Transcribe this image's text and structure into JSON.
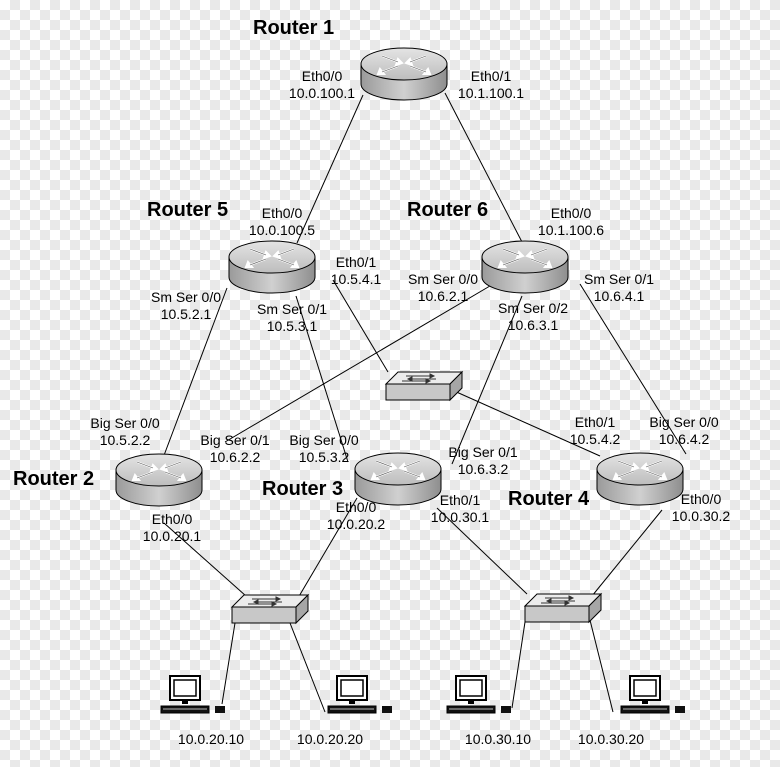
{
  "routers": {
    "r1": {
      "name": "Router 1"
    },
    "r2": {
      "name": "Router 2"
    },
    "r3": {
      "name": "Router 3"
    },
    "r4": {
      "name": "Router 4"
    },
    "r5": {
      "name": "Router 5"
    },
    "r6": {
      "name": "Router 6"
    }
  },
  "interfaces": {
    "r1_eth00": {
      "name": "Eth0/0",
      "ip": "10.0.100.1"
    },
    "r1_eth01": {
      "name": "Eth0/1",
      "ip": "10.1.100.1"
    },
    "r5_eth00": {
      "name": "Eth0/0",
      "ip": "10.0.100.5"
    },
    "r5_eth01": {
      "name": "Eth0/1",
      "ip": "10.5.4.1"
    },
    "r5_smser00": {
      "name": "Sm Ser 0/0",
      "ip": "10.5.2.1"
    },
    "r5_smser01": {
      "name": "Sm Ser 0/1",
      "ip": "10.5.3.1"
    },
    "r6_eth00": {
      "name": "Eth0/0",
      "ip": "10.1.100.6"
    },
    "r6_smser00": {
      "name": "Sm Ser 0/0",
      "ip": "10.6.2.1"
    },
    "r6_smser01": {
      "name": "Sm Ser 0/1",
      "ip": "10.6.4.1"
    },
    "r6_smser02": {
      "name": "Sm Ser 0/2",
      "ip": "10.6.3.1"
    },
    "r2_bigser00": {
      "name": "Big Ser 0/0",
      "ip": "10.5.2.2"
    },
    "r2_eth00": {
      "name": "Eth0/0",
      "ip": "10.0.20.1"
    },
    "r3_bigser01": {
      "name": "Big Ser 0/1",
      "ip": "10.6.2.2"
    },
    "r3_bigser00": {
      "name": "Big Ser 0/0",
      "ip": "10.5.3.2"
    },
    "r3_bigser01b": {
      "name": "Big Ser 0/1",
      "ip": "10.6.3.2"
    },
    "r3_eth00": {
      "name": "Eth0/0",
      "ip": "10.0.20.2"
    },
    "r3_eth01": {
      "name": "Eth0/1",
      "ip": "10.0.30.1"
    },
    "r4_eth01": {
      "name": "Eth0/1",
      "ip": "10.5.4.2"
    },
    "r4_bigser00": {
      "name": "Big Ser 0/0",
      "ip": "10.6.4.2"
    },
    "r4_eth00": {
      "name": "Eth0/0",
      "ip": "10.0.30.2"
    }
  },
  "hosts": {
    "h1": "10.0.20.10",
    "h2": "10.0.20.20",
    "h3": "10.0.30.10",
    "h4": "10.0.30.20"
  }
}
